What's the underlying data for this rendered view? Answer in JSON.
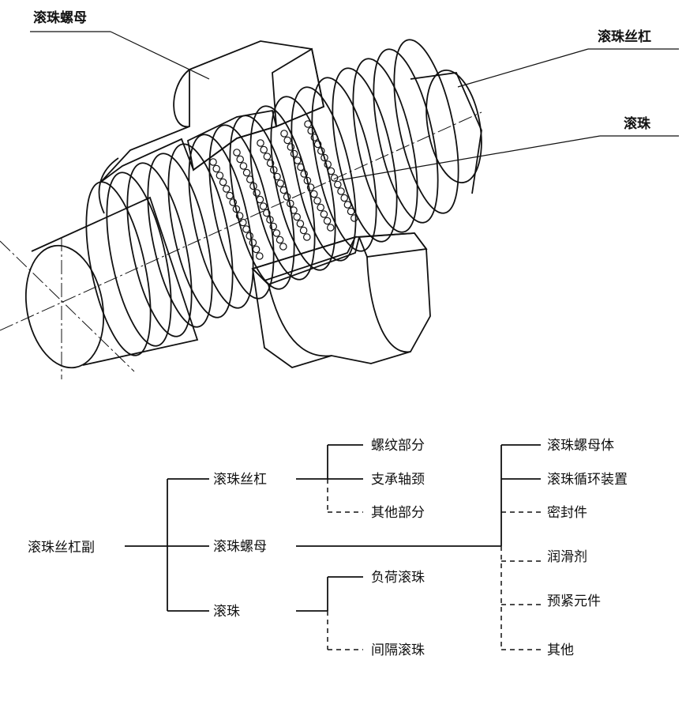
{
  "illustration": {
    "labels": {
      "nut": "滚珠螺母",
      "screw": "滚珠丝杠",
      "ball": "滚珠"
    }
  },
  "tree": {
    "root": "滚珠丝杠副",
    "screw": {
      "label": "滚珠丝杠",
      "children": [
        "螺纹部分",
        "支承轴颈",
        "其他部分"
      ]
    },
    "nut": {
      "label": "滚珠螺母",
      "children": [
        "滚珠螺母体",
        "滚珠循环装置",
        "密封件",
        "润滑剂",
        "预紧元件",
        "其他"
      ]
    },
    "ball": {
      "label": "滚珠",
      "children": [
        "负荷滚珠",
        "间隔滚珠"
      ]
    }
  }
}
